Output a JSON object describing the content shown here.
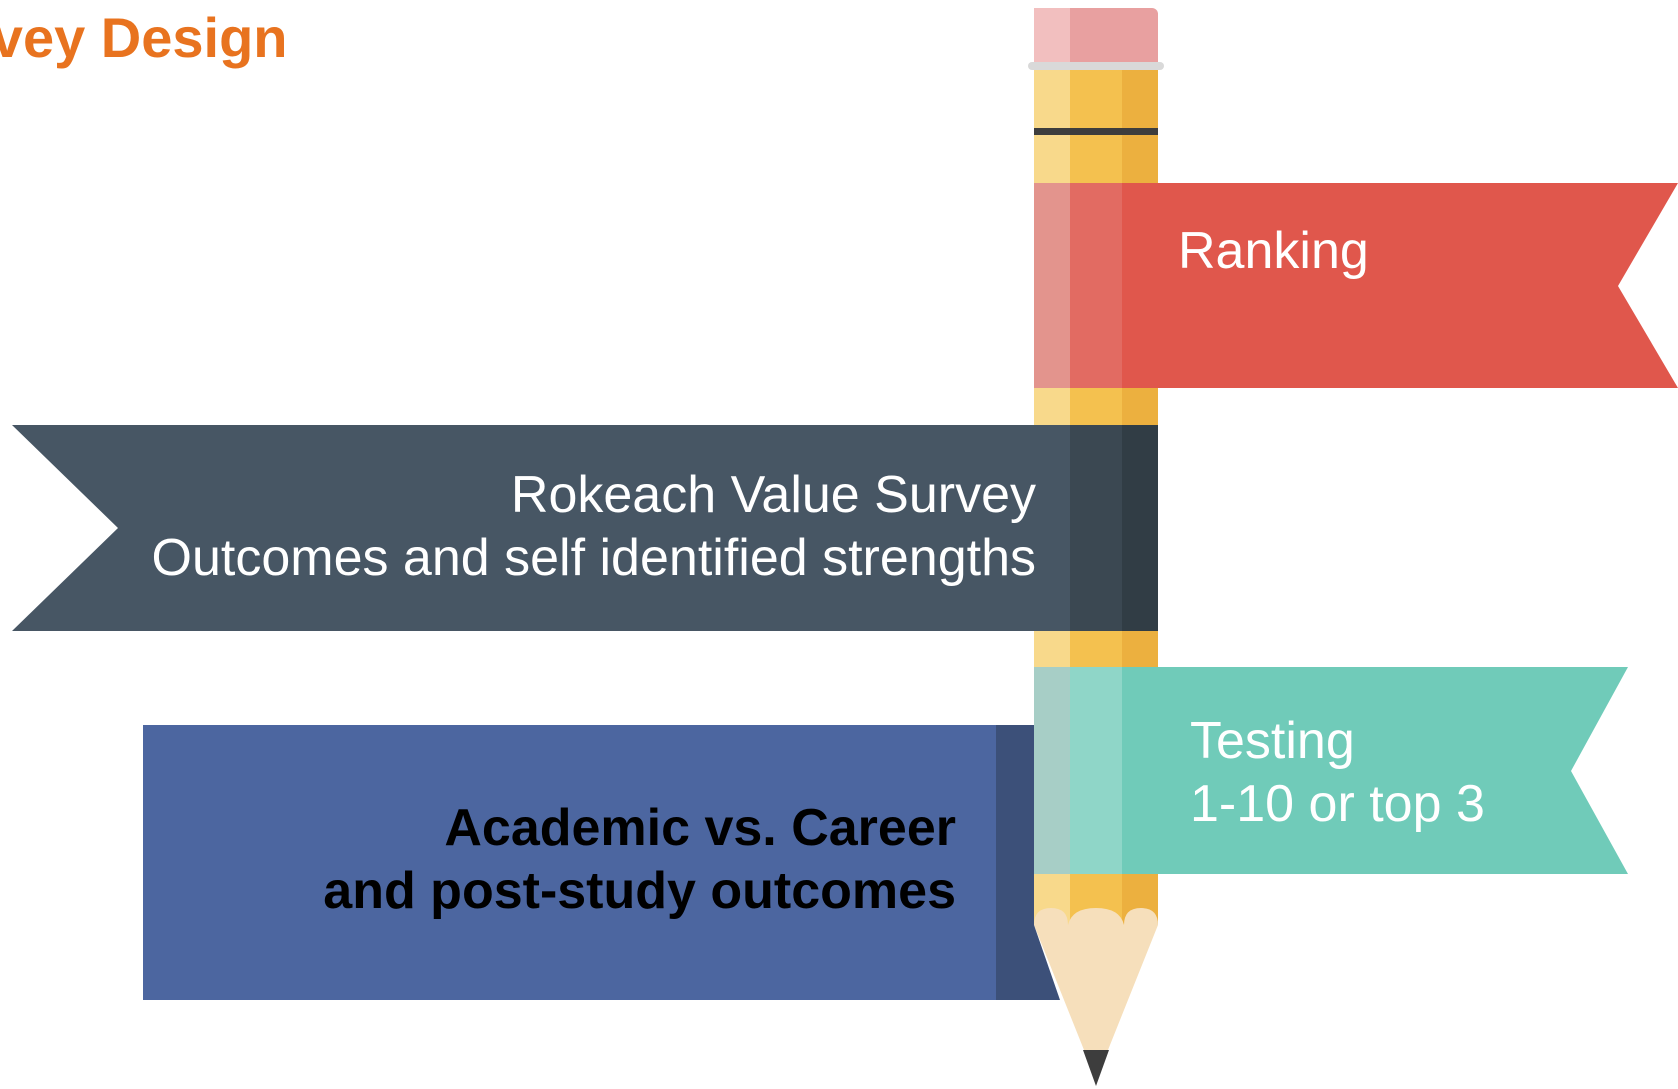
{
  "title": "rvey Design",
  "colors": {
    "title": "#e8731f",
    "banner_red": "#e0574c",
    "banner_slate": "#475664",
    "banner_teal": "#70cbb9",
    "banner_blue": "#4c66a0",
    "pencil_yellow": "#f4c14f",
    "pencil_eraser": "#e8a0a0",
    "pencil_tip": "#f6dfbb"
  },
  "banners": {
    "ranking": {
      "lines": [
        "Ranking"
      ]
    },
    "rokeach": {
      "lines": [
        "Rokeach Value Survey",
        "Outcomes and self identified strengths"
      ]
    },
    "testing": {
      "lines": [
        "Testing",
        "1-10 or top 3"
      ]
    },
    "academic": {
      "lines": [
        "Academic vs. Career",
        "and post-study outcomes"
      ]
    }
  },
  "icons": [
    "pencil-icon"
  ]
}
